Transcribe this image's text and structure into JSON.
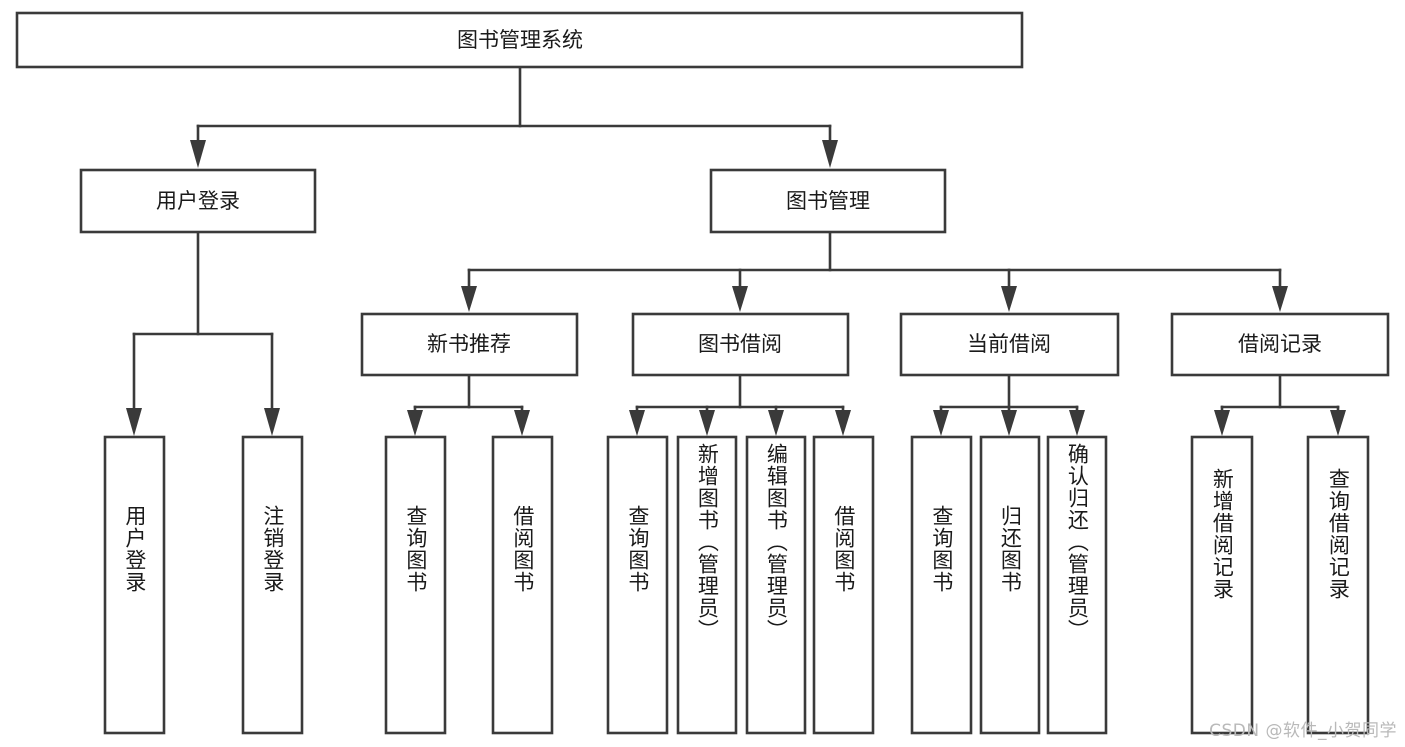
{
  "diagram": {
    "type": "tree",
    "title": "图书管理系统",
    "watermark": "CSDN @软件_小贺同学",
    "colors": {
      "box_stroke": "#3a3a3a",
      "box_fill": "#ffffff",
      "text": "#1a1a1a",
      "background": "#ffffff",
      "watermark": "#b9b9b9"
    },
    "root": {
      "label": "图书管理系统"
    },
    "level2": [
      {
        "label": "用户登录"
      },
      {
        "label": "图书管理"
      }
    ],
    "level3": [
      {
        "label": "新书推荐"
      },
      {
        "label": "图书借阅"
      },
      {
        "label": "当前借阅"
      },
      {
        "label": "借阅记录"
      }
    ],
    "leaves": {
      "user_login": [
        {
          "label": "用户登录"
        },
        {
          "label": "注销登录"
        }
      ],
      "new_book_recommend": [
        {
          "label": "查询图书"
        },
        {
          "label": "借阅图书"
        }
      ],
      "book_borrow": [
        {
          "label": "查询图书"
        },
        {
          "label": "新增图书（管理员）"
        },
        {
          "label": "编辑图书（管理员）"
        },
        {
          "label": "借阅图书"
        }
      ],
      "current_borrow": [
        {
          "label": "查询图书"
        },
        {
          "label": "归还图书"
        },
        {
          "label": "确认归还（管理员）"
        }
      ],
      "borrow_record": [
        {
          "label": "新增借阅记录"
        },
        {
          "label": "查询借阅记录"
        }
      ]
    }
  }
}
